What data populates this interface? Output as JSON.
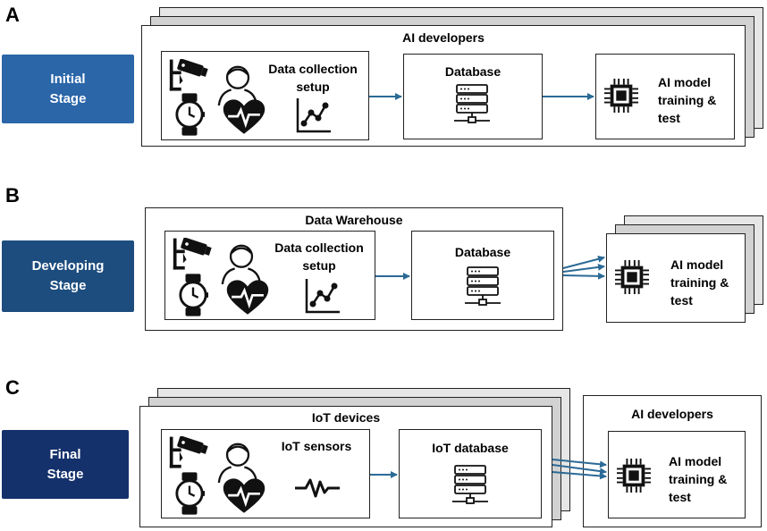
{
  "panels": [
    {
      "letter": "A",
      "stage": [
        "Initial",
        "Stage"
      ],
      "stage_color": "#2a66a8",
      "container_title": "AI developers",
      "collection_label": [
        "Data collection",
        "setup"
      ],
      "database_label": "Database",
      "model_label": [
        "AI model",
        "training &",
        "test"
      ]
    },
    {
      "letter": "B",
      "stage": [
        "Developing",
        "Stage"
      ],
      "stage_color": "#1d4d7e",
      "container_title": "Data Warehouse",
      "collection_label": [
        "Data collection",
        "setup"
      ],
      "database_label": "Database",
      "model_label": [
        "AI model",
        "training &",
        "test"
      ]
    },
    {
      "letter": "C",
      "stage": [
        "Final",
        "Stage"
      ],
      "stage_color": "#14316b",
      "container_title": "IoT devices",
      "collection_label": [
        "IoT sensors"
      ],
      "database_label": "IoT database",
      "developer_title": "AI developers",
      "model_label": [
        "AI model",
        "training &",
        "test"
      ]
    }
  ],
  "colors": {
    "arrow": "#2b6a96",
    "icon": "#111111"
  },
  "icons": [
    "cctv-camera-icon",
    "person-icon",
    "smartwatch-icon",
    "heart-pulse-icon",
    "line-chart-icon",
    "server-database-icon",
    "chip-icon",
    "signal-wave-icon"
  ]
}
